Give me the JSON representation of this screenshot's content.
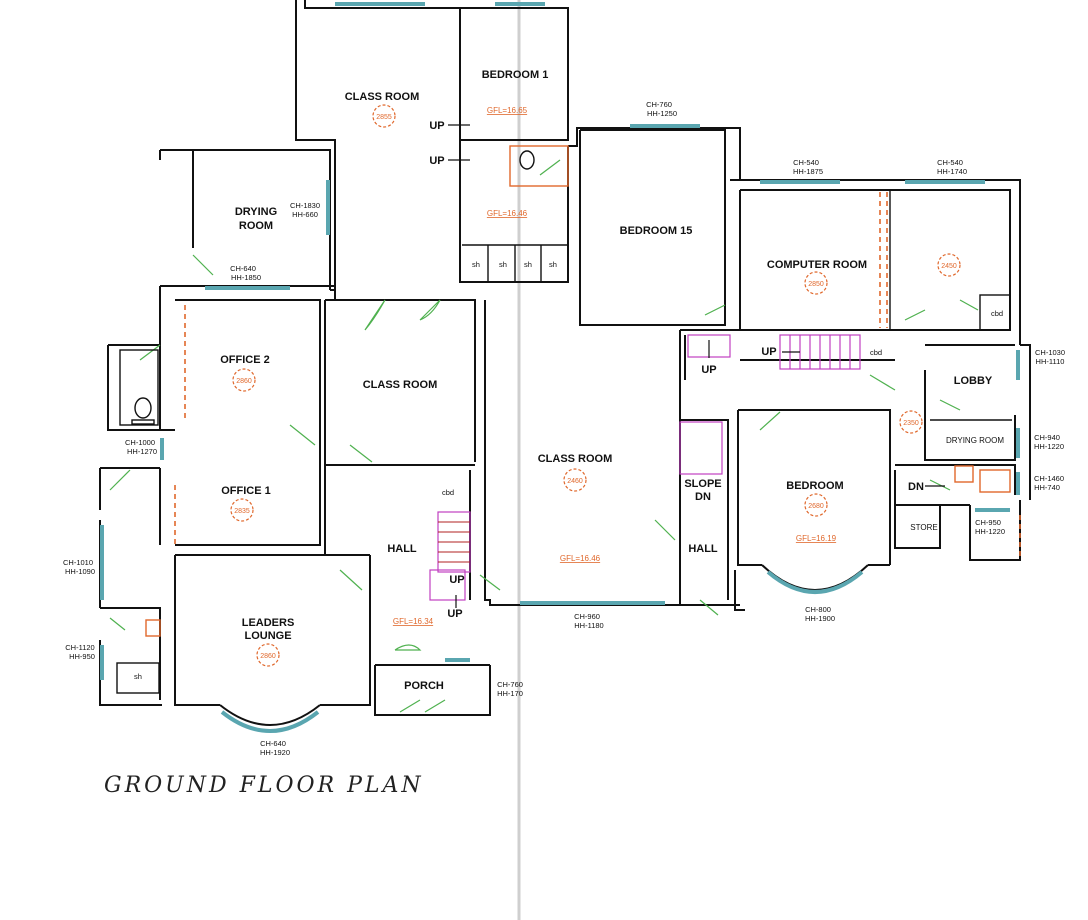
{
  "title": "GROUND FLOOR PLAN",
  "rooms": {
    "class_room_top": "CLASS ROOM",
    "bedroom_1": "BEDROOM 1",
    "drying_room": "DRYING",
    "drying_room_2": "ROOM",
    "bedroom_15": "BEDROOM 15",
    "computer_room": "COMPUTER ROOM",
    "office_2": "OFFICE 2",
    "class_room_mid": "CLASS ROOM",
    "class_room_right": "CLASS ROOM",
    "office_1": "OFFICE 1",
    "hall_left": "HALL",
    "leaders_lounge_1": "LEADERS",
    "leaders_lounge_2": "LOUNGE",
    "porch": "PORCH",
    "slope_1": "SLOPE",
    "slope_2": "DN",
    "hall_right": "HALL",
    "bedroom": "BEDROOM",
    "lobby": "LOBBY",
    "drying_room_right": "DRYING ROOM",
    "store": "STORE"
  },
  "labels": {
    "up_1": "UP",
    "up_2": "UP",
    "up_3": "UP",
    "up_4": "UP",
    "up_5": "UP",
    "up_6": "UP",
    "dn": "DN",
    "cbd_1": "cbd",
    "cbd_2": "cbd",
    "cbd_3": "cbd",
    "sh_1": "sh",
    "sh_2": "sh",
    "sh_3": "sh",
    "sh_4": "sh",
    "sh_5": "sh"
  },
  "heights": {
    "h_class_top": "2855",
    "h_computer": "2850",
    "h_2450": "2450",
    "h_office2": "2860",
    "h_class_right": "2460",
    "h_office1": "2835",
    "h_lounge": "2860",
    "h_bedroom": "2680",
    "h_2350": "2350"
  },
  "gfl": {
    "g_bedroom1": "GFL=16.65",
    "g_bath": "GFL=16.46",
    "g_class": "GFL=16.46",
    "g_hall": "GFL=16.34",
    "g_bedroom": "GFL=16.19"
  },
  "windows": [
    {
      "ch": "CH-760",
      "hh": "HH-1250"
    },
    {
      "ch": "CH-540",
      "hh": "HH-1875"
    },
    {
      "ch": "CH-540",
      "hh": "HH-1740"
    },
    {
      "ch": "CH-1830",
      "hh": "HH-660"
    },
    {
      "ch": "CH-640",
      "hh": "HH-1850"
    },
    {
      "ch": "CH-1030",
      "hh": "HH-1110"
    },
    {
      "ch": "CH-1000",
      "hh": "HH-1270"
    },
    {
      "ch": "CH-940",
      "hh": "HH-1220"
    },
    {
      "ch": "CH-1460",
      "hh": "HH-740"
    },
    {
      "ch": "CH-950",
      "hh": "HH-1220"
    },
    {
      "ch": "CH-1010",
      "hh": "HH-1090"
    },
    {
      "ch": "CH-960",
      "hh": "HH-1180"
    },
    {
      "ch": "CH-800",
      "hh": "HH-1900"
    },
    {
      "ch": "CH-1120",
      "hh": "HH-950"
    },
    {
      "ch": "CH-760",
      "hh": "HH-170"
    },
    {
      "ch": "CH-640",
      "hh": "HH-1920"
    }
  ],
  "colors": {
    "wall": "#111111",
    "window": "#5aa6b0",
    "door": "#4fb14f",
    "annotation": "#e0682c",
    "stair": "#c040c0"
  }
}
